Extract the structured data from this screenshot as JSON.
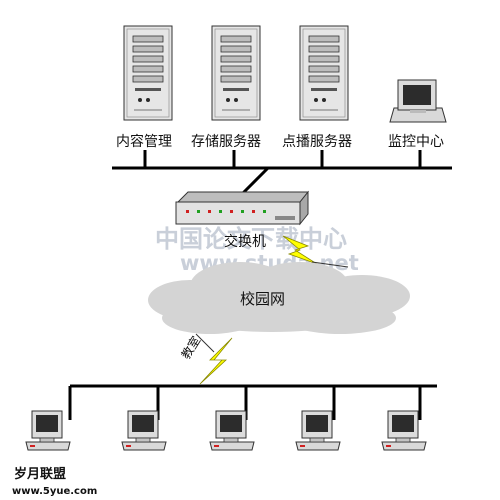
{
  "servers": [
    {
      "label": "内容管理"
    },
    {
      "label": "存储服务器"
    },
    {
      "label": "点播服务器"
    }
  ],
  "monitor": {
    "label": "监控中心"
  },
  "switch": {
    "label": "交换机"
  },
  "cloud": {
    "label": "校园网"
  },
  "wireless": {
    "label": "教室"
  },
  "footer": {
    "brand": "岁月联盟",
    "url": "www.5yue.com"
  },
  "watermark": {
    "line1": "中国论文下载中心",
    "line2": "www.studa.net"
  },
  "colors": {
    "line": "#000000",
    "cloud": "#d4d4d4",
    "lightning": "#ffff00",
    "server": "#e4e4e4"
  }
}
